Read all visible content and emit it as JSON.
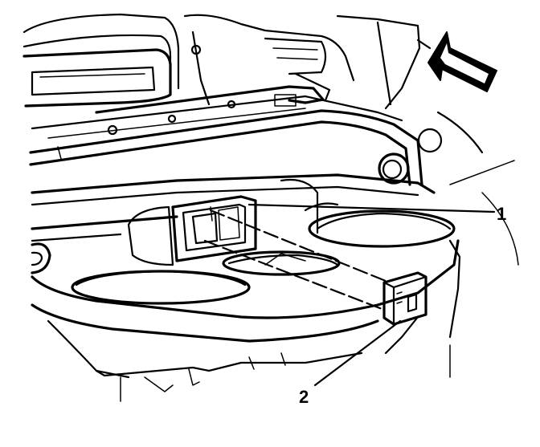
{
  "callouts": [
    {
      "number": "1",
      "description_target": "console-switch-opening"
    },
    {
      "number": "2",
      "description_target": "console-switch"
    }
  ],
  "icons": {
    "direction_arrow": "view-direction-arrow-icon"
  },
  "colors": {
    "line": "#000000",
    "background": "#ffffff"
  }
}
